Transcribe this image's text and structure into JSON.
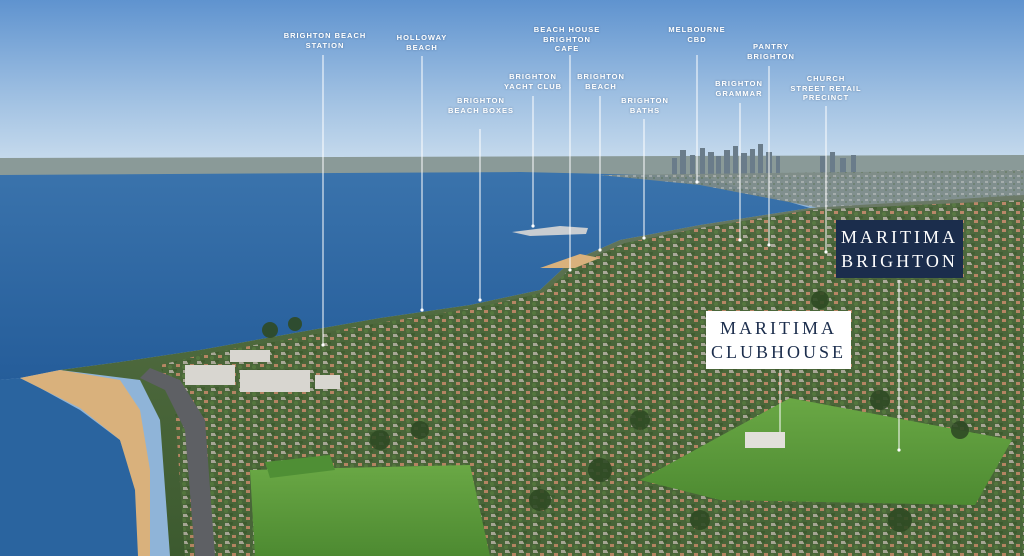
{
  "labels": [
    {
      "id": "brighton-beach-station",
      "text": "BRIGHTON BEACH\nSTATION"
    },
    {
      "id": "holloway-beach",
      "text": "HOLLOWAY\nBEACH"
    },
    {
      "id": "brighton-beach-boxes",
      "text": "BRIGHTON\nBEACH BOXES"
    },
    {
      "id": "brighton-yacht-club",
      "text": "BRIGHTON\nYACHT CLUB"
    },
    {
      "id": "beach-house-brighton-cafe",
      "text": "BEACH HOUSE\nBRIGHTON\nCAFE"
    },
    {
      "id": "brighton-beach",
      "text": "BRIGHTON\nBEACH"
    },
    {
      "id": "brighton-baths",
      "text": "BRIGHTON\nBATHS"
    },
    {
      "id": "melbourne-cbd",
      "text": "MELBOURNE\nCBD"
    },
    {
      "id": "brighton-grammar",
      "text": "BRIGHTON\nGRAMMAR"
    },
    {
      "id": "pantry-brighton",
      "text": "PANTRY\nBRIGHTON"
    },
    {
      "id": "church-street-retail-precinct",
      "text": "CHURCH\nSTREET RETAIL\nPRECINCT"
    }
  ],
  "badges": {
    "maritima_brighton": "MARITIMA\nBRIGHTON",
    "maritima_clubhouse": "MARITIMA\nCLUBHOUSE"
  },
  "colors": {
    "sky_top": "#5f93cf",
    "sky_bottom": "#c7dbed",
    "bay": "#2f6aa6",
    "navy_badge": "#1b2d4c",
    "grass": "#5a9a3c",
    "sand": "#d9b17c",
    "leader_line": "#ffffff"
  }
}
